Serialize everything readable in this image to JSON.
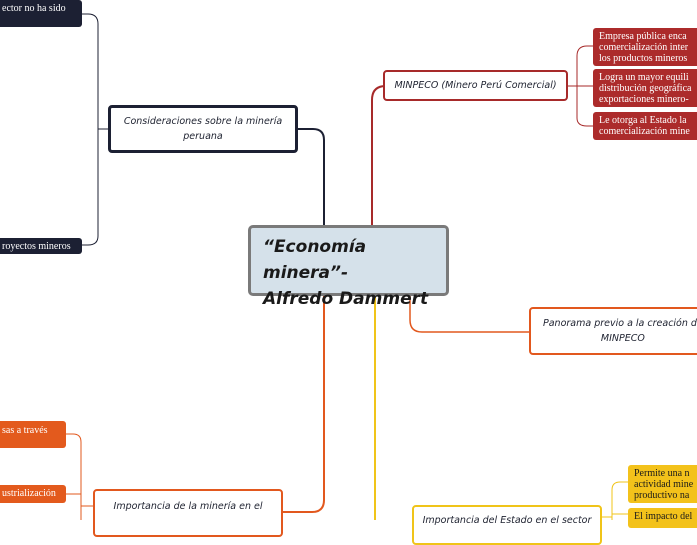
{
  "central": {
    "line1": "“Economía minera”-",
    "line2": "Alfredo Dammert"
  },
  "topics": {
    "consideraciones": {
      "line1": "Consideraciones sobre la minería",
      "line2": "peruana"
    },
    "minpeco": {
      "line1": "MINPECO (Minero Perú Comercial)"
    },
    "panorama": {
      "line1": "Panorama previo a la creación de",
      "line2": "MINPECO"
    },
    "importancia_mineria": {
      "line1": "Importancia de la minería en el"
    },
    "importancia_estado": {
      "line1": "Importancia del Estado en el sector"
    }
  },
  "subtopics": {
    "navy_top": {
      "line1": "ector no ha sido"
    },
    "navy_bottom": {
      "line1": "royectos mineros"
    },
    "red_1": {
      "line1": "Empresa pública enca",
      "line2": "comercialización inter",
      "line3": "los productos mineros"
    },
    "red_2": {
      "line1": "Logra un mayor equili",
      "line2": "distribución geográfica",
      "line3": "exportaciones minero-"
    },
    "red_3": {
      "line1": "Le otorga al Estado la",
      "line2": "comercialización mine"
    },
    "orange_1": {
      "line1": "sas a través"
    },
    "orange_2": {
      "line1": "ustrialización"
    },
    "yellow_1": {
      "line1": "Permite una n",
      "line2": "actividad mine",
      "line3": "productivo na"
    },
    "yellow_2": {
      "line1": "El impacto del"
    }
  },
  "colors": {
    "navy": "#1c2033",
    "red": "#a72a2a",
    "orange": "#e2581e",
    "yellow": "#f0c419",
    "central_fill": "#d5e1ea",
    "central_border": "#7a7a7a"
  }
}
